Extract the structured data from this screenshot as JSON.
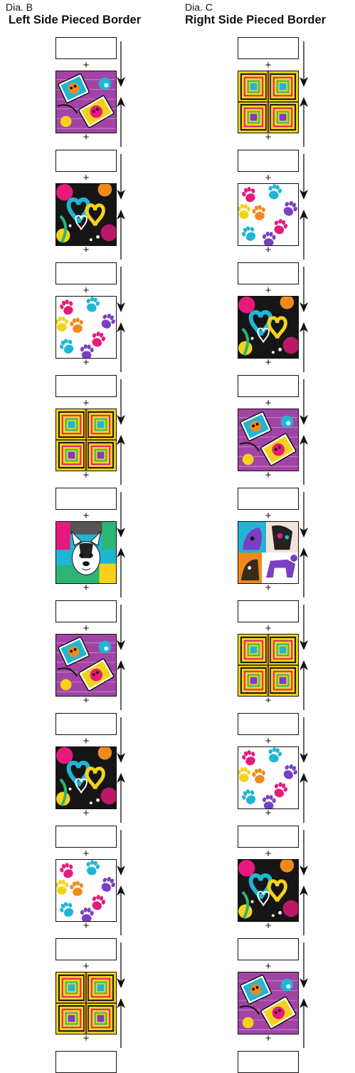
{
  "diagrams": [
    {
      "label": "Dia. B",
      "title": "Left Side Pieced Border",
      "fabrics": [
        {
          "name": "graffiti-dog-collage-fabric",
          "pattern": "collage"
        },
        {
          "name": "neon-hearts-black-fabric",
          "pattern": "hearts"
        },
        {
          "name": "paw-prints-white-fabric",
          "pattern": "paws"
        },
        {
          "name": "yellow-frames-fabric",
          "pattern": "frames"
        },
        {
          "name": "french-bulldog-portrait-fabric",
          "pattern": "bulldog"
        },
        {
          "name": "graffiti-dog-collage-fabric",
          "pattern": "collage"
        },
        {
          "name": "neon-hearts-black-fabric",
          "pattern": "hearts"
        },
        {
          "name": "paw-prints-white-fabric",
          "pattern": "paws"
        },
        {
          "name": "yellow-frames-fabric",
          "pattern": "frames"
        }
      ]
    },
    {
      "label": "Dia. C",
      "title": "Right Side Pieced Border",
      "fabrics": [
        {
          "name": "yellow-frames-fabric",
          "pattern": "frames"
        },
        {
          "name": "paw-prints-white-fabric",
          "pattern": "paws"
        },
        {
          "name": "neon-hearts-black-fabric",
          "pattern": "hearts"
        },
        {
          "name": "graffiti-dog-collage-fabric",
          "pattern": "collage"
        },
        {
          "name": "dog-portraits-fabric",
          "pattern": "portraits"
        },
        {
          "name": "yellow-frames-fabric",
          "pattern": "frames"
        },
        {
          "name": "paw-prints-white-fabric",
          "pattern": "paws"
        },
        {
          "name": "neon-hearts-black-fabric",
          "pattern": "hearts"
        },
        {
          "name": "graffiti-dog-collage-fabric",
          "pattern": "collage"
        }
      ]
    }
  ],
  "plus_sign": "+",
  "colors": {
    "line": "#111111",
    "magenta": "#e6197d",
    "cyan": "#1fb6d6",
    "yellow": "#f5d21a",
    "purple": "#7a3fc4",
    "orange": "#f08a1c",
    "green": "#2bb673",
    "black": "#111111"
  }
}
